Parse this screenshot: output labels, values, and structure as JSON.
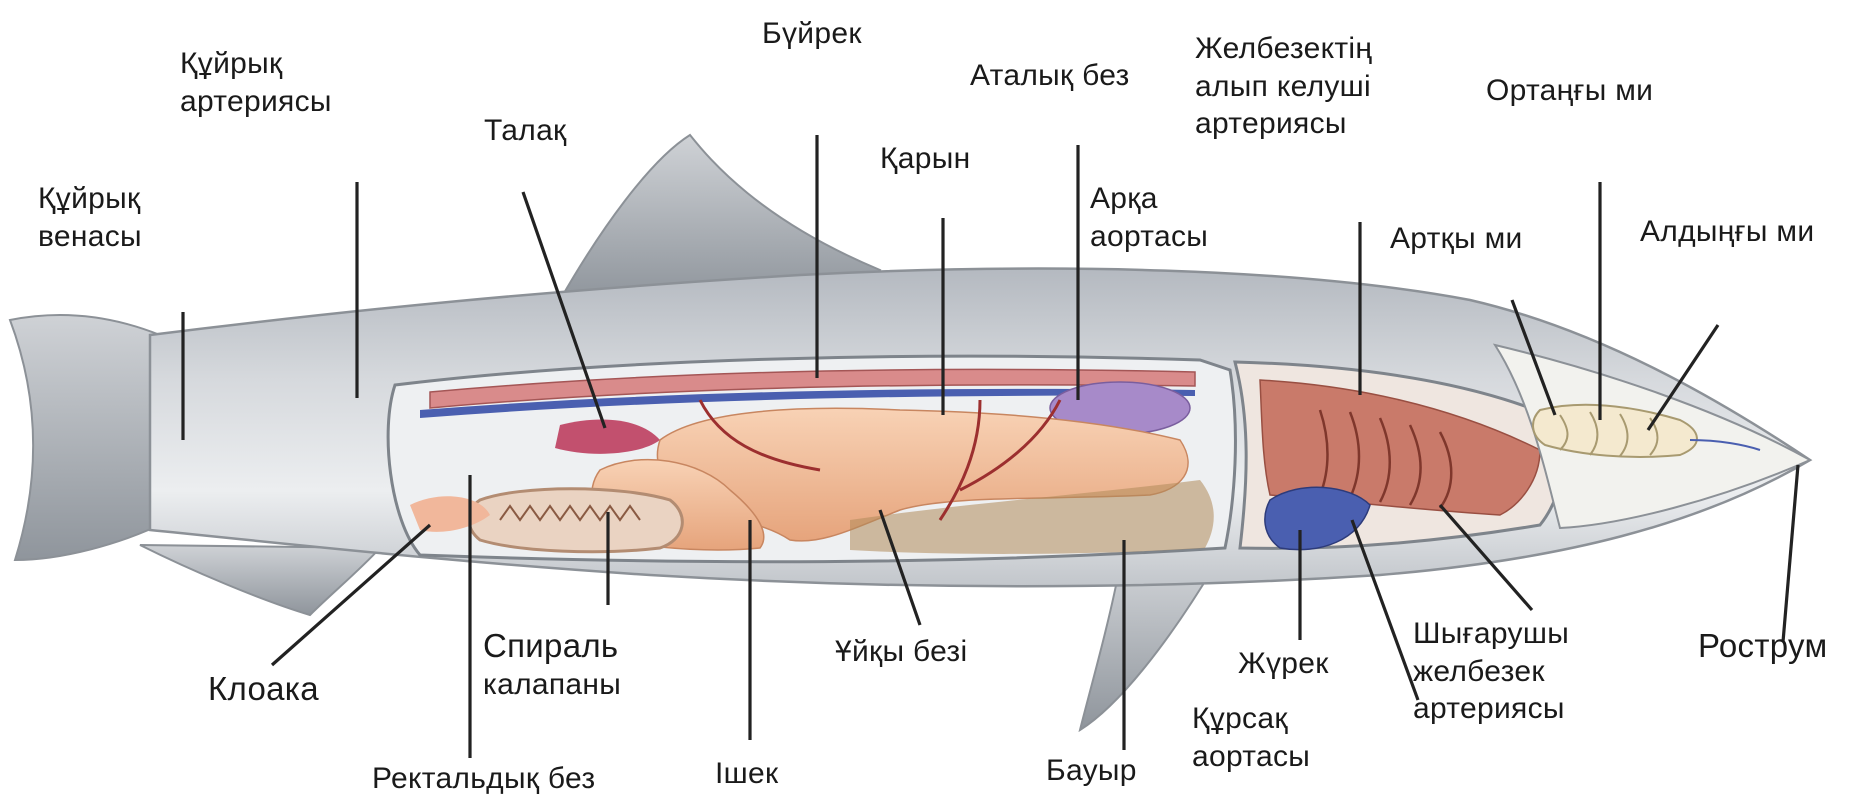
{
  "labels": {
    "tail_vein": [
      "Құйрық",
      "венасы"
    ],
    "tail_artery": [
      "Құйрық",
      "артериясы"
    ],
    "spleen": "Талақ",
    "kidney": "Бүйрек",
    "stomach": "Қарын",
    "testis": "Аталық без",
    "gill_afferent_artery": [
      "Желбезектің",
      "алып келуші",
      "артериясы"
    ],
    "dorsal_aorta": [
      "Арқа",
      "аортасы"
    ],
    "midbrain": "Ортаңғы ми",
    "hindbrain": "Артқы ми",
    "forebrain": "Алдыңғы ми",
    "rostrum": "Рострум",
    "gill_efferent_artery": [
      "Шығарушы",
      "желбезек",
      "артериясы"
    ],
    "heart": "Жүрек",
    "ventral_aorta": [
      "Құрсақ",
      "аортасы"
    ],
    "liver": "Бауыр",
    "pancreas": "Ұйқы безі",
    "intestine": "Ішек",
    "rectal_gland": "Ректальдық без",
    "spiral_valve": [
      "Спираль",
      "калапаны"
    ],
    "cloaca": "Клоака"
  },
  "colors": {
    "body": "#c9ccd1",
    "body_dark": "#9aa0a8",
    "cavity": "#e9ecef",
    "kidney_band": "#d98b8b",
    "intestine": "#f3c2a0",
    "testis": "#a78ac9",
    "gills": "#c97a6a",
    "heart": "#4a5fb0",
    "brain": "#f4e9cf",
    "leader": "#222222"
  }
}
